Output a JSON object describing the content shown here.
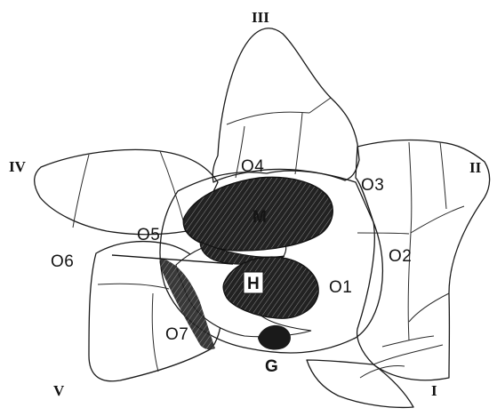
{
  "figure": {
    "rays": {
      "I": "I",
      "II": "II",
      "III": "III",
      "IV": "IV",
      "V": "V"
    },
    "plates": {
      "O1": "O1",
      "O2": "O2",
      "O3": "O3",
      "O4": "O4",
      "O5": "O5",
      "O6": "O6",
      "O7": "O7"
    },
    "structures": {
      "M": "M",
      "H": "H",
      "G": "G"
    }
  }
}
